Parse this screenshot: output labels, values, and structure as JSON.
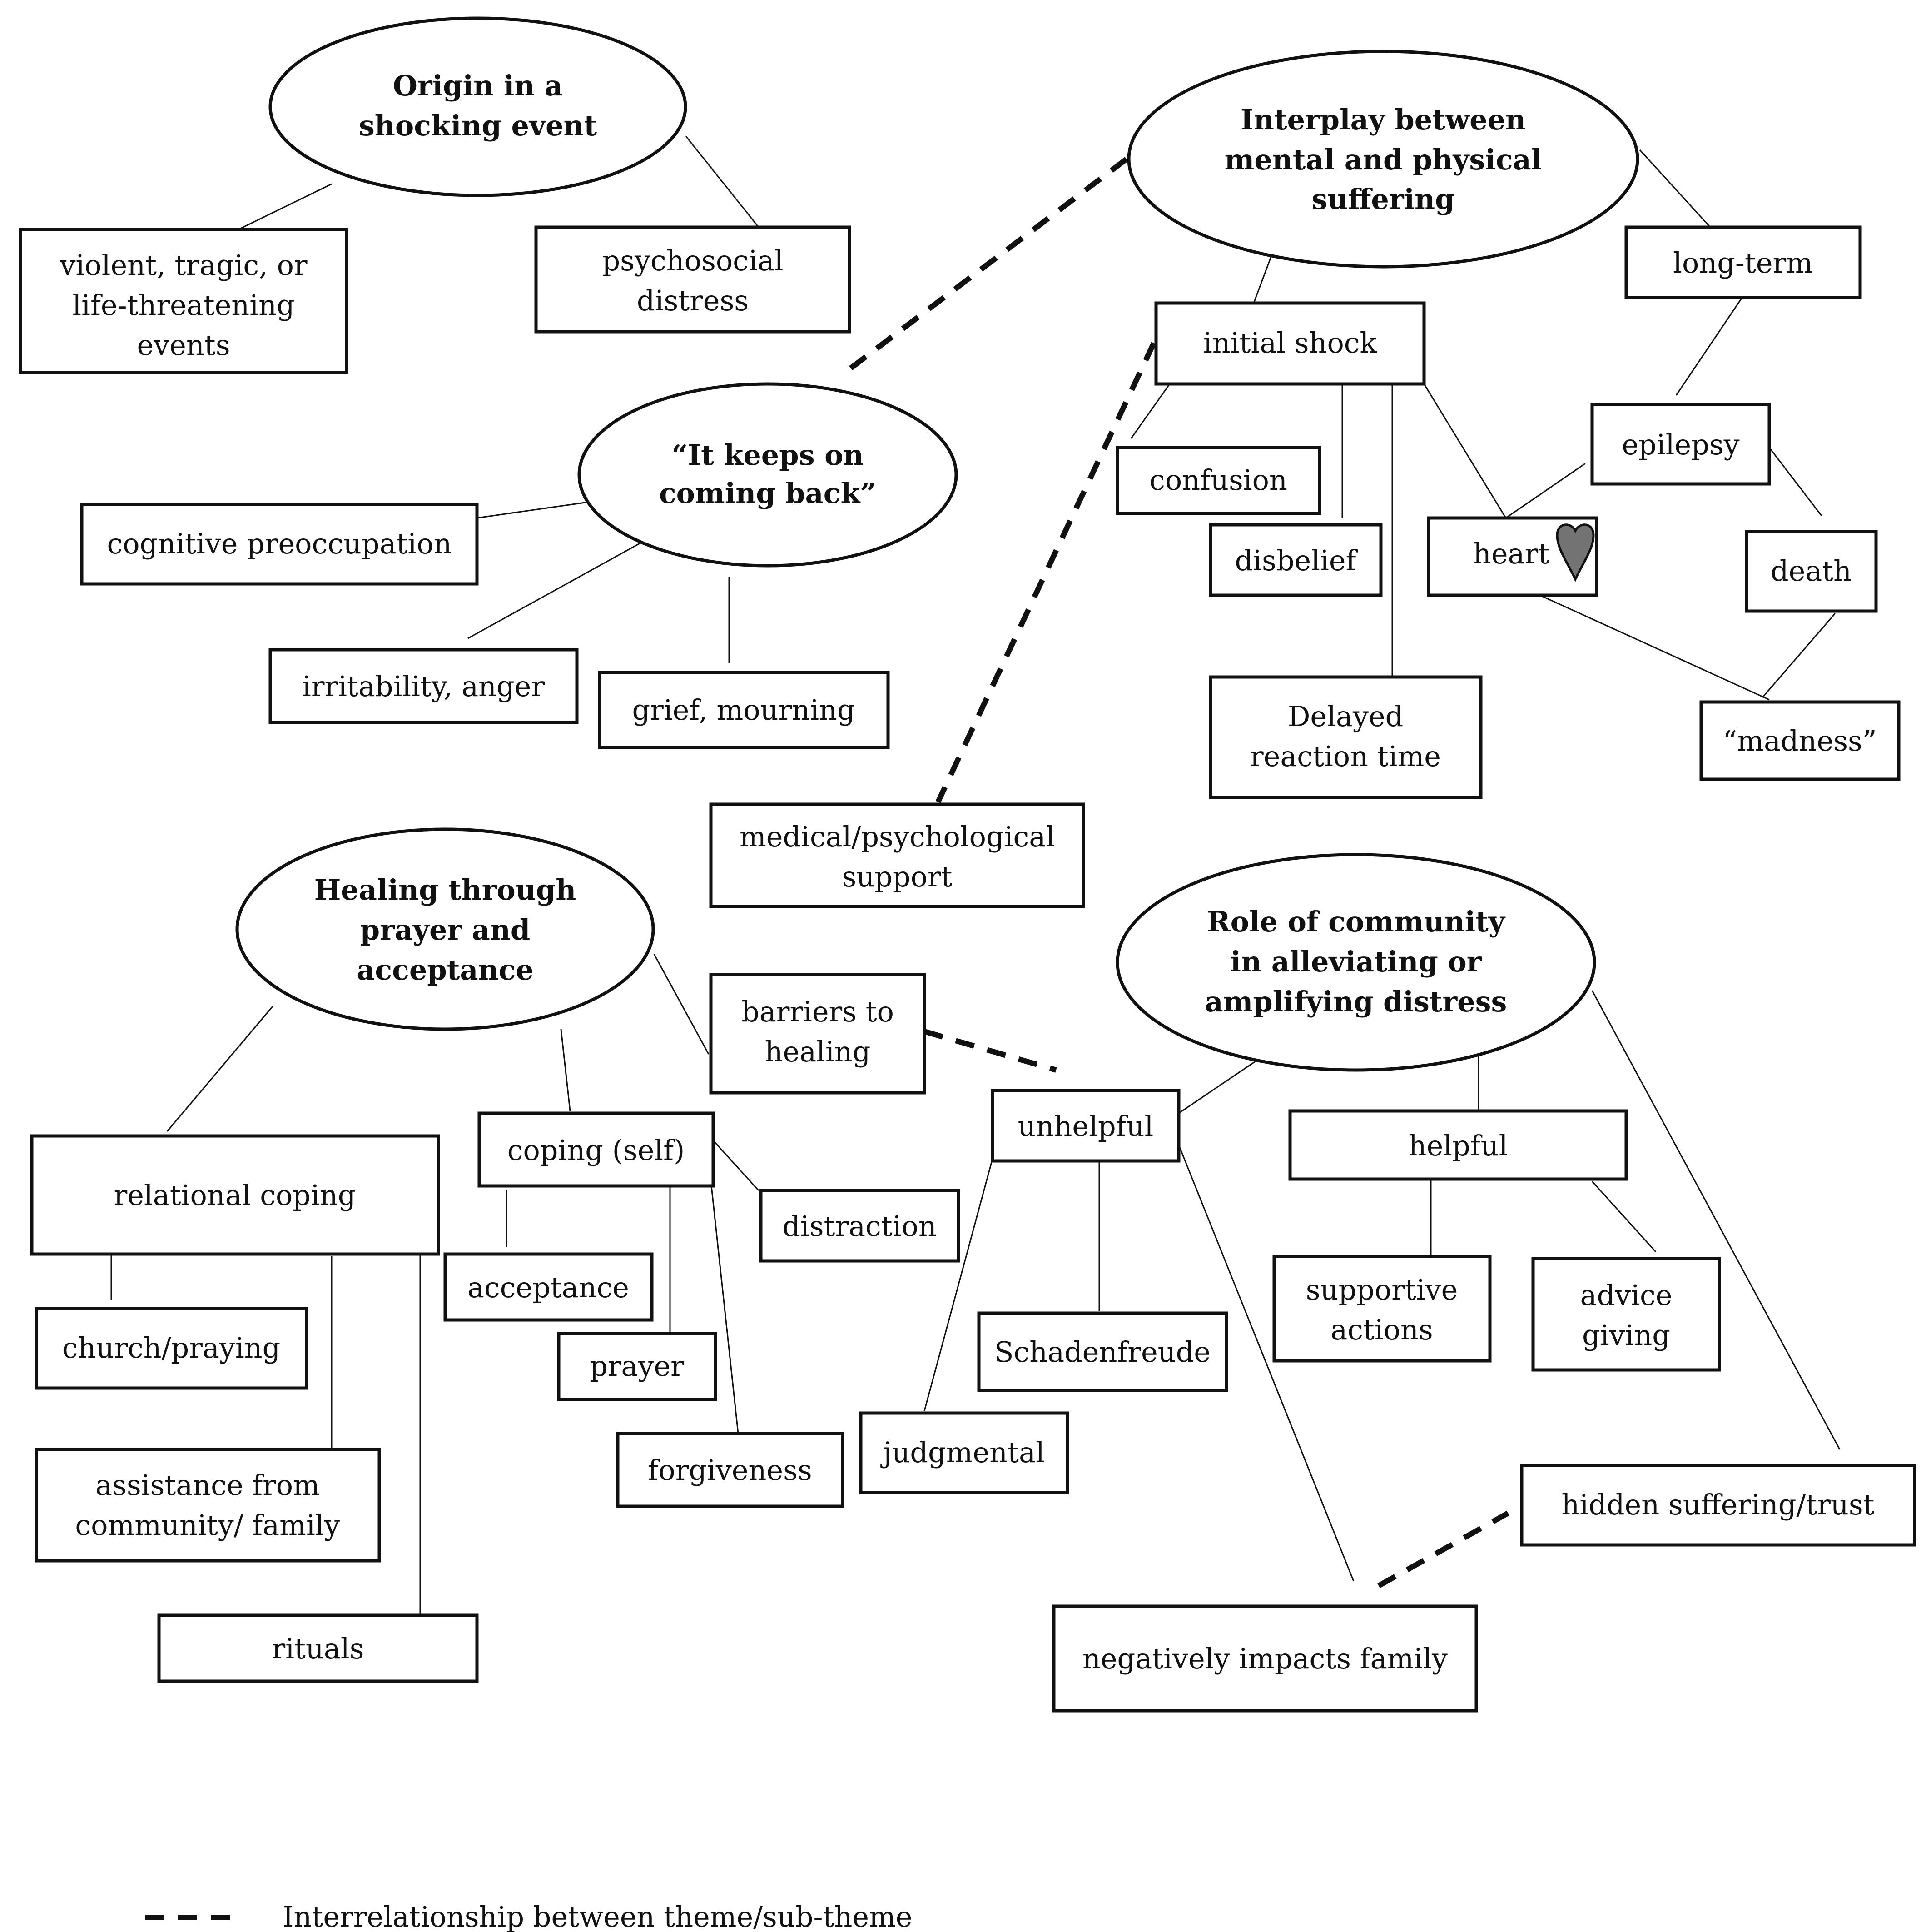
{
  "themes": {
    "origin": {
      "line1": "Origin in a",
      "line2": "shocking event"
    },
    "interplay": {
      "line1": "Interplay between",
      "line2": "mental and physical",
      "line3": "suffering"
    },
    "keeps": {
      "line1": "“It keeps on",
      "line2": "coming back”"
    },
    "healing": {
      "line1": "Healing through",
      "line2": "prayer and",
      "line3": "acceptance"
    },
    "community": {
      "line1": "Role of community",
      "line2": "in alleviating or",
      "line3": "amplifying distress"
    }
  },
  "subthemes": {
    "violent": {
      "line1": "violent, tragic, or",
      "line2": "life-threatening",
      "line3": "events"
    },
    "psychosocial": {
      "line1": "psychosocial",
      "line2": "distress"
    },
    "long_term": "long-term",
    "initial_shock": "initial shock",
    "confusion": "confusion",
    "disbelief": "disbelief",
    "heart": "heart",
    "epilepsy": "epilepsy",
    "death": "death",
    "madness": "“madness”",
    "delayed": {
      "line1": "Delayed",
      "line2": "reaction time"
    },
    "cognitive": "cognitive preoccupation",
    "irritability": "irritability, anger",
    "grief": "grief, mourning",
    "medical": {
      "line1": "medical/psychological",
      "line2": "support"
    },
    "barriers": {
      "line1": "barriers to",
      "line2": "healing"
    },
    "relational": "relational coping",
    "coping_self": "coping (self)",
    "distraction": "distraction",
    "acceptance": "acceptance",
    "prayer": "prayer",
    "forgiveness": "forgiveness",
    "church": "church/praying",
    "assistance": {
      "line1": "assistance from",
      "line2": "community/ family"
    },
    "rituals": "rituals",
    "unhelpful": "unhelpful",
    "helpful": "helpful",
    "schadenfreude": "Schadenfreude",
    "judgmental": "judgmental",
    "supportive": {
      "line1": "supportive",
      "line2": "actions"
    },
    "advice": {
      "line1": "advice",
      "line2": "giving"
    },
    "hidden": "hidden suffering/trust",
    "negatively": "negatively impacts family"
  },
  "legend": {
    "dashed_label": "Interrelationship between theme/sub-theme"
  }
}
